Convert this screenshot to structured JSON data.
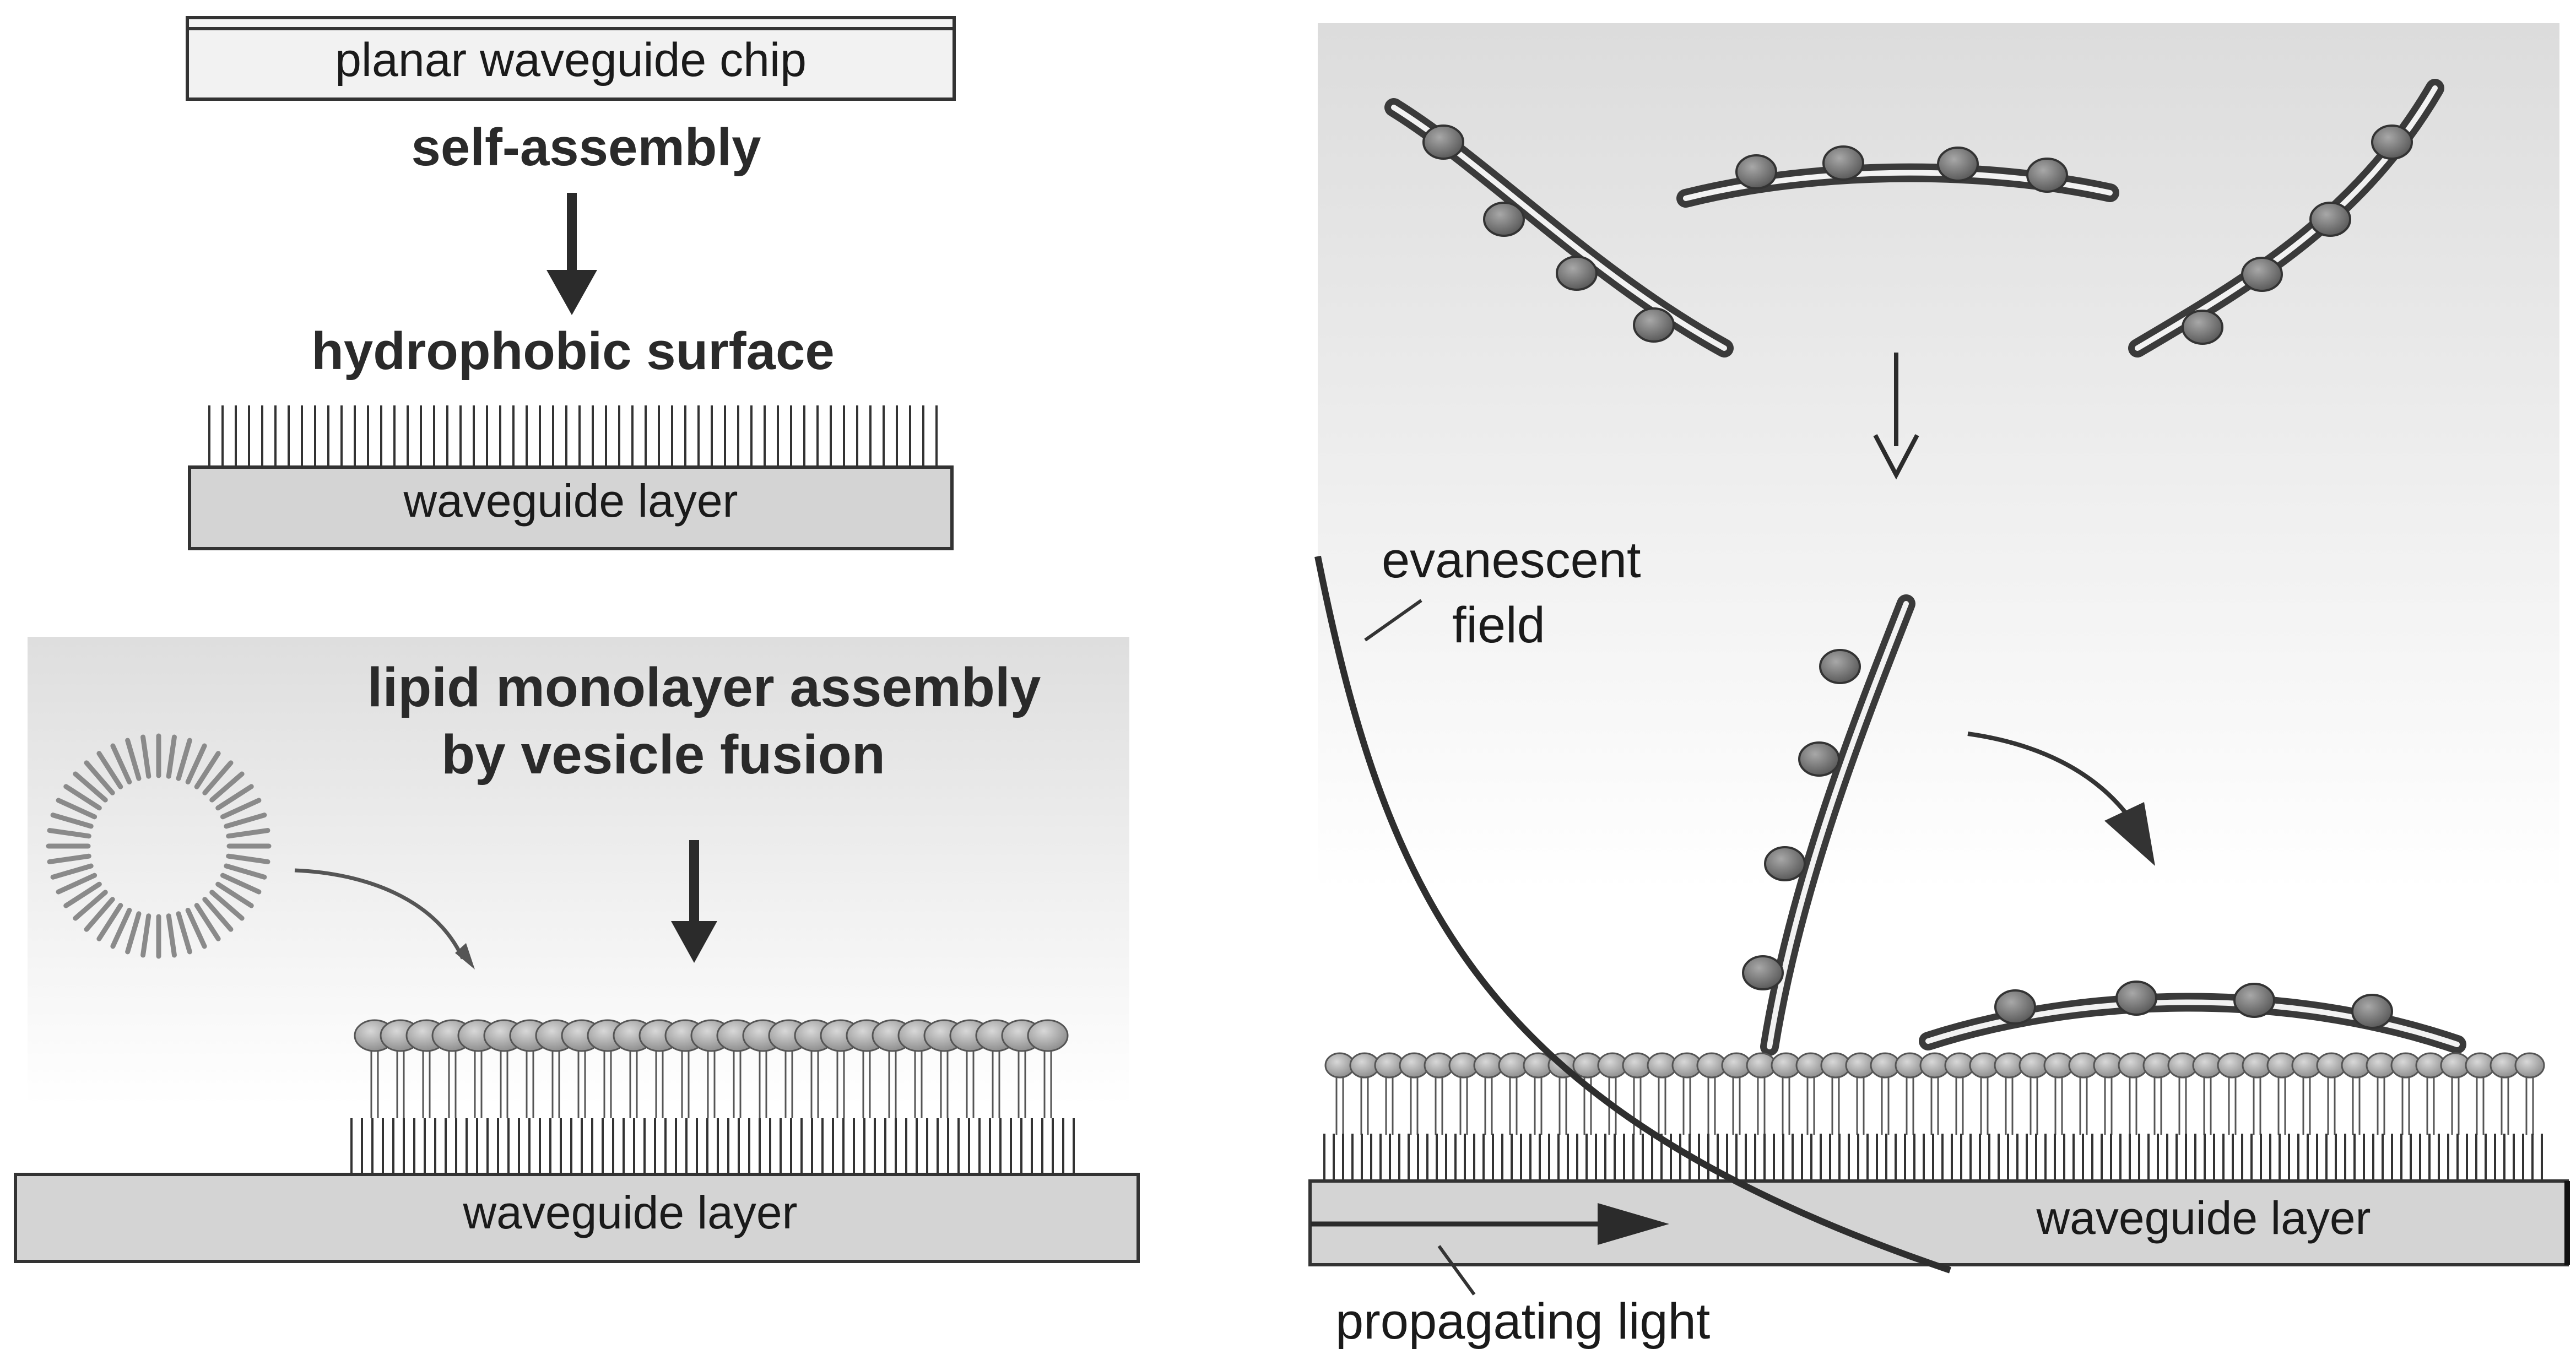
{
  "top_left": {
    "chip_label": "planar waveguide chip",
    "step1_label": "self-assembly",
    "surface_label": "hydrophobic surface",
    "layer_label": "waveguide layer"
  },
  "bottom_left": {
    "title_line1": "lipid monolayer assembly",
    "title_line2": "by vesicle fusion",
    "layer_label": "waveguide layer"
  },
  "right": {
    "field_label_line1": "evanescent",
    "field_label_line2": "field",
    "layer_label": "waveguide layer",
    "light_label": "propagating light"
  },
  "colors": {
    "line": "#333333",
    "substrate": "#d4d4d4",
    "lipid_head": "#a9a9a9",
    "protein_dark": "#3a3a3a",
    "protein_blob": "#7d7d7d"
  }
}
